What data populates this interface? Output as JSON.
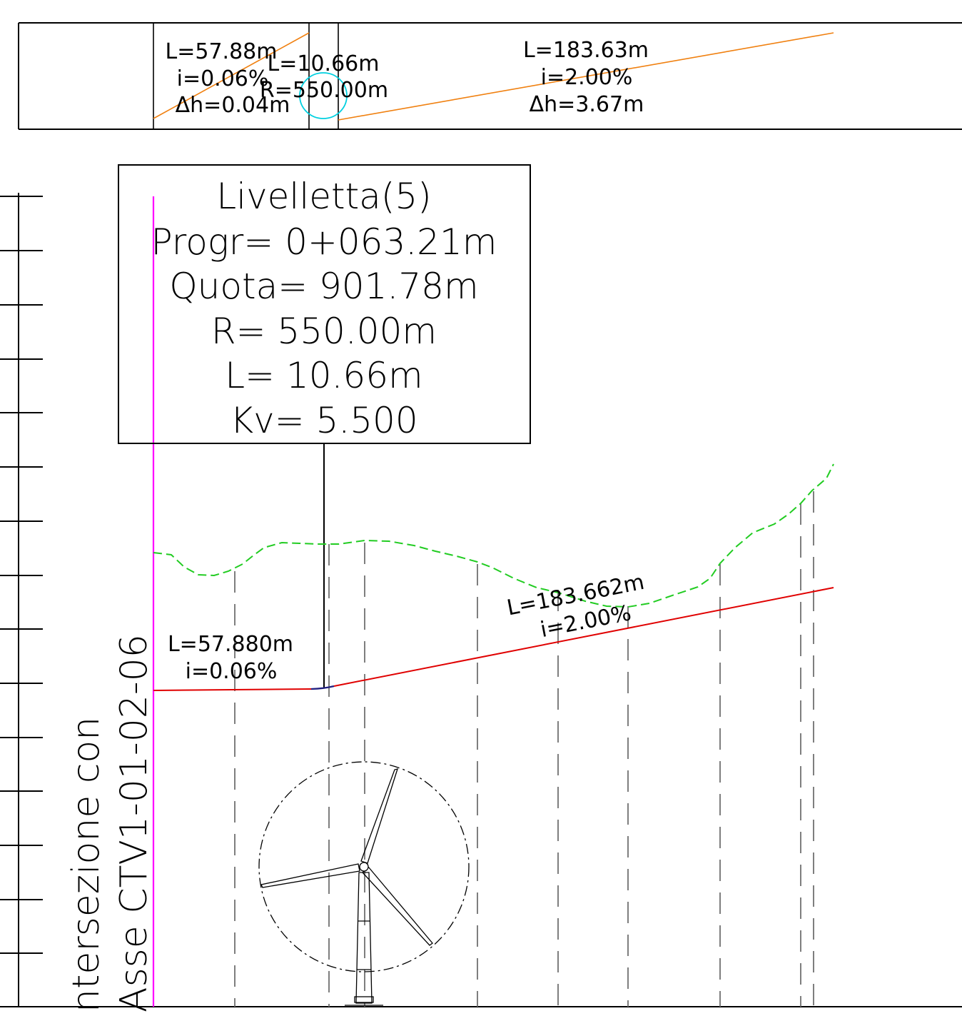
{
  "top_band": {
    "segment_1": {
      "length": "L=57.88m",
      "slope": "i=0.06%",
      "delta_h": "Δh=0.04m"
    },
    "curve": {
      "length": "L=10.66m",
      "radius": "R=550.00m"
    },
    "segment_2": {
      "length": "L=183.63m",
      "slope": "i=2.00%",
      "delta_h": "Δh=3.67m"
    }
  },
  "livelletta_box": {
    "title": "Livelletta(5)",
    "progr": "Progr= 0+063.21m",
    "quota": "Quota= 901.78m",
    "radius": "R= 550.00m",
    "length": "L= 10.66m",
    "kv": "Kv= 5.500"
  },
  "profile_labels": {
    "segment_1_length": "L=57.880m",
    "segment_1_slope": "i=0.06%",
    "segment_2_length": "L=183.662m",
    "segment_2_slope": "i=2.00%"
  },
  "intersection_label": {
    "line_1": "ntersezione con",
    "line_2": "Asse CTV1-01-02-06"
  },
  "colors": {
    "ground_line": "#22cc22",
    "design_grade": "#e00000",
    "top_grade": "#f08010",
    "vertical_curve_circle": "#00d0e0",
    "intersection_marker": "#ff00ff",
    "linework": "#000000",
    "station_lines": "#707070"
  }
}
